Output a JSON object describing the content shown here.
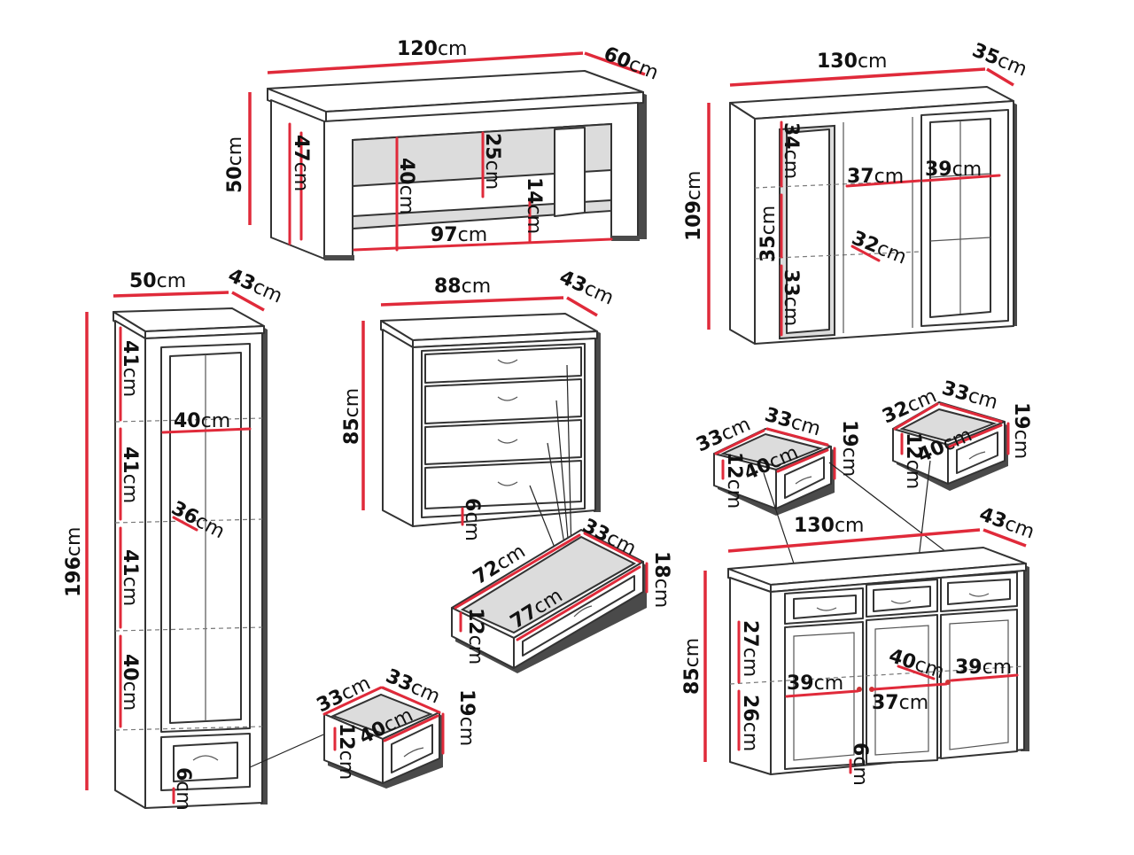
{
  "furniture": {
    "coffee_table": {
      "width": "120",
      "depth": "60",
      "height": "50",
      "inner_height": "47",
      "shelf_gap": "40",
      "top_gap": "25",
      "shelf_height": "14",
      "inner_width": "97",
      "unit": "cm"
    },
    "wall_cabinet": {
      "width": "130",
      "depth": "35",
      "height": "109",
      "section_top": "34",
      "section_mid": "35",
      "section_bottom": "33",
      "inner_width_left": "37",
      "inner_width_right": "39",
      "shelf_depth": "32",
      "unit": "cm"
    },
    "tall_cabinet": {
      "width": "50",
      "depth": "43",
      "height": "196",
      "shelf_1": "41",
      "shelf_2": "41",
      "shelf_3": "41",
      "shelf_4": "40",
      "inner_width": "40",
      "inner_depth": "36",
      "plinth": "6",
      "unit": "cm"
    },
    "chest": {
      "width": "88",
      "depth": "43",
      "height": "85",
      "plinth": "6",
      "unit": "cm"
    },
    "chest_drawer": {
      "length": "72",
      "width": "33",
      "height": "18",
      "inner_height": "12",
      "inner_length": "77",
      "unit": "cm"
    },
    "tall_drawer": {
      "outer_width": "33",
      "outer_depth": "33",
      "height": "19",
      "inner_height": "12",
      "inner_width": "40",
      "unit": "cm"
    },
    "sideboard_drawer_left": {
      "outer_width": "33",
      "outer_depth": "33",
      "height": "19",
      "inner_height": "12",
      "inner_width": "40",
      "unit": "cm"
    },
    "sideboard_drawer_right": {
      "outer_width": "32",
      "outer_depth": "33",
      "height": "19",
      "inner_height": "12",
      "inner_width": "40",
      "unit": "cm"
    },
    "sideboard": {
      "width": "130",
      "depth": "43",
      "height": "85",
      "upper_section": "27",
      "lower_section": "26",
      "inner_left": "39",
      "inner_right": "39",
      "inner_center": "37",
      "shelf_depth": "40",
      "plinth": "6",
      "unit": "cm"
    }
  }
}
